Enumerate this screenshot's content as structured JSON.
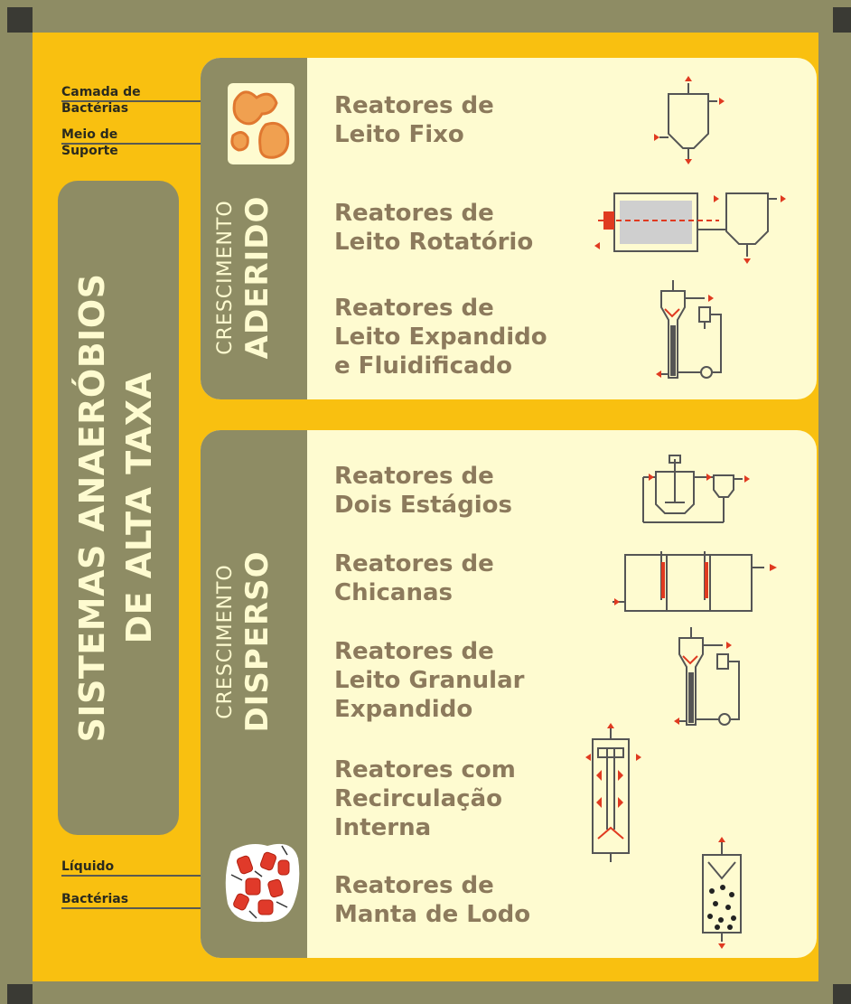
{
  "main_title": {
    "line1": "SISTEMAS ANAERÓBIOS",
    "line2": "DE ALTA TAXA"
  },
  "aderido": {
    "label_small": "CRESCIMENTO",
    "label_big": "ADERIDO",
    "callouts": [
      "Camada de",
      "Bactérias",
      "Meio de",
      "Suporte"
    ],
    "items": [
      {
        "lines": [
          "Reatores de",
          "Leito Fixo"
        ]
      },
      {
        "lines": [
          "Reatores de",
          "Leito Rotatório"
        ]
      },
      {
        "lines": [
          "Reatores de",
          "Leito Expandido",
          "e Fluidificado"
        ]
      }
    ]
  },
  "disperso": {
    "label_small": "CRESCIMENTO",
    "label_big": "DISPERSO",
    "callouts": [
      "Líquido",
      "Bactérias"
    ],
    "items": [
      {
        "lines": [
          "Reatores de",
          "Dois Estágios"
        ]
      },
      {
        "lines": [
          "Reatores de",
          "Chicanas"
        ]
      },
      {
        "lines": [
          "Reatores de",
          "Leito Granular",
          "Expandido"
        ]
      },
      {
        "lines": [
          "Reatores com",
          "Recirculação",
          "Interna"
        ]
      },
      {
        "lines": [
          "Reatores de",
          "Manta de Lodo"
        ]
      }
    ]
  },
  "colors": {
    "olive": "#8e8c64",
    "yellow": "#f9c010",
    "cream": "#fefbd0",
    "text_brown": "#8c7a5c",
    "arrow_red": "#e03a20"
  }
}
